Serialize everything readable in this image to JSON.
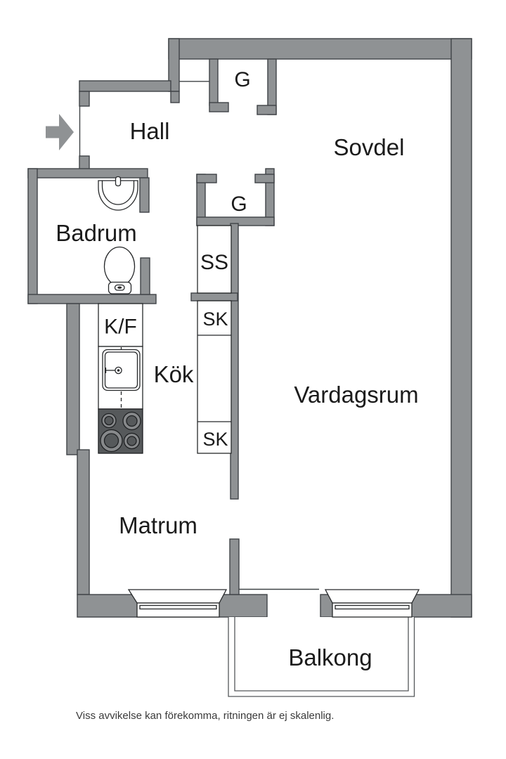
{
  "labels": {
    "hall": "Hall",
    "sovdel": "Sovdel",
    "badrum": "Badrum",
    "kok": "Kök",
    "vardagsrum": "Vardagsrum",
    "matrum": "Matrum",
    "balkong": "Balkong",
    "closet_top": "G",
    "closet_mid": "G",
    "cabinet_ss": "SS",
    "cabinet_sk_upper": "SK",
    "cabinet_sk_lower": "SK",
    "fridge_freezer": "K/F"
  },
  "footnote": "Viss avvikelse kan förekomma, ritningen är ej skalenlig.",
  "colors": {
    "wall": "#8f9294",
    "wall_outline": "#3f4346",
    "fixture_outline": "#26282a",
    "stove": "#56595b",
    "stove_ring": "#87898b",
    "text": "#1b1b1b",
    "footnote_text": "#3a3a3a",
    "background": "#ffffff"
  }
}
